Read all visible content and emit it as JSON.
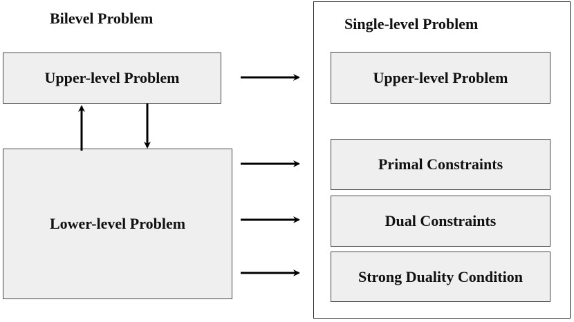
{
  "left": {
    "title": "Bilevel Problem",
    "upper": "Upper-level Problem",
    "lower": "Lower-level Problem"
  },
  "right": {
    "title": "Single-level Problem",
    "upper": "Upper-level Problem",
    "primal": "Primal Constraints",
    "dual": "Dual Constraints",
    "strong": "Strong Duality Condition"
  },
  "colors": {
    "box_fill": "#efefef",
    "border": "#444444",
    "arrow": "#000000"
  }
}
